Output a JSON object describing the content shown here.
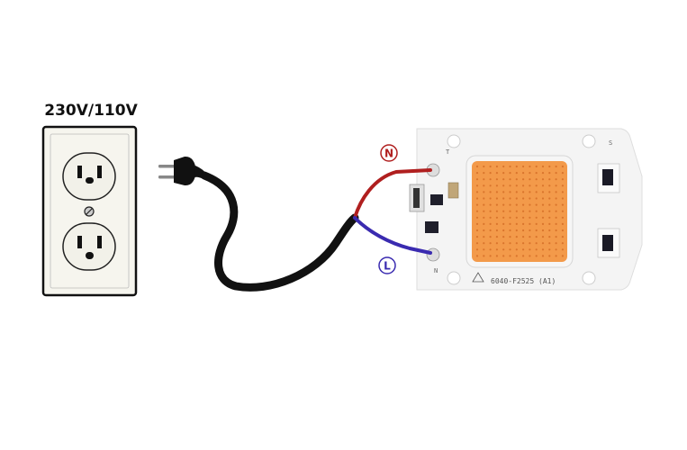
{
  "outlet": {
    "voltage_label": "230V/110V"
  },
  "wires": {
    "neutral_label": "N",
    "line_label": "L",
    "neutral_color": "#b01f1f",
    "line_color": "#3a2bb0",
    "cord_color": "#111111"
  },
  "led_module": {
    "part_number": "6040-F2525",
    "revision": "(A1)",
    "pin_top_marking": "T",
    "pin_bottom_marking": "N",
    "corner_marking": "S",
    "led_color": "#f39a4a"
  }
}
